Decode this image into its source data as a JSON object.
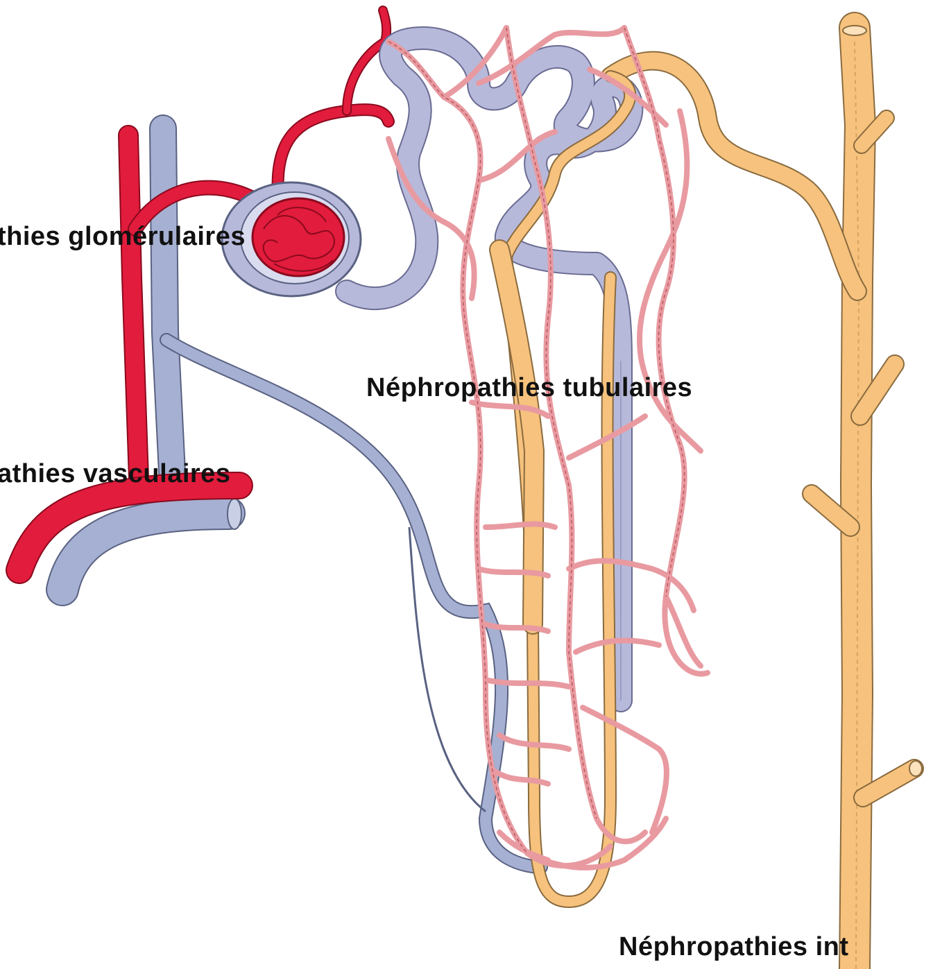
{
  "labels": {
    "glomerular": "thies glomérulaires",
    "vascular": "athies vasculaires",
    "tubular": "Néphropathies tubulaires",
    "interstitial": "Néphropathies int"
  },
  "colors": {
    "artery": "#e21c3c",
    "capillary": "#e89aa0",
    "vein": "#a5b0d2",
    "tubule": "#b7b9da",
    "collecting_duct": "#f6c27d",
    "text": "#111111",
    "background": "#ffffff"
  }
}
